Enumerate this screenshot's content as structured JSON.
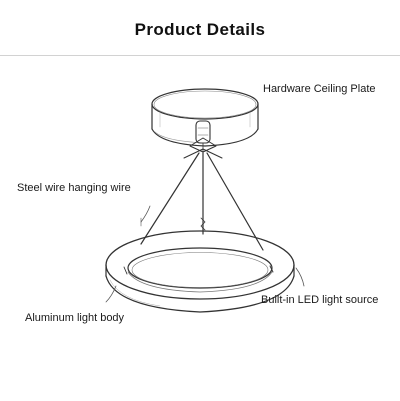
{
  "header": {
    "title": "Product Details"
  },
  "labels": {
    "ceiling_plate": "Hardware Ceiling Plate",
    "steel_wire": "Steel wire hanging wire",
    "led_source": "Built-in LED light source",
    "aluminum_body": "Aluminum light body"
  },
  "colors": {
    "line": "#333333",
    "rule": "#d2d2d2",
    "text": "#111111"
  }
}
